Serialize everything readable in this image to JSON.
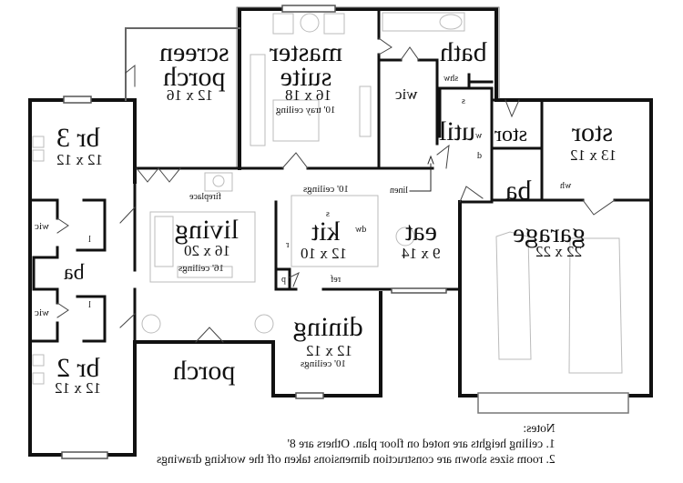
{
  "plan": {
    "orientation": "mirrored",
    "rooms": [
      {
        "id": "screen-porch",
        "name": "screen porch",
        "name_lines": [
          "screen",
          "porch"
        ],
        "size": "12 x 16"
      },
      {
        "id": "master-suite",
        "name": "master suite",
        "name_lines": [
          "master",
          "suite"
        ],
        "size": "16 x 18",
        "ceiling": "10' tray ceiling"
      },
      {
        "id": "bath",
        "name": "bath"
      },
      {
        "id": "shw",
        "name": "shw"
      },
      {
        "id": "wic-master",
        "name": "wic"
      },
      {
        "id": "util",
        "name": "util",
        "fixtures": [
          "s",
          "w",
          "d"
        ]
      },
      {
        "id": "stor-small",
        "name": "stor"
      },
      {
        "id": "stor",
        "name": "stor",
        "size": "13 x 12",
        "fixture": "wh"
      },
      {
        "id": "ba-garage",
        "name": "ba"
      },
      {
        "id": "br3",
        "name": "br 3",
        "size": "12 x 12"
      },
      {
        "id": "wic-br3",
        "name": "wic"
      },
      {
        "id": "ba-hall",
        "name": "ba"
      },
      {
        "id": "wic-br2",
        "name": "wic"
      },
      {
        "id": "br2",
        "name": "br 2",
        "size": "12 x 12"
      },
      {
        "id": "living",
        "name": "living",
        "size": "16 x 20",
        "ceiling": "16' ceilings"
      },
      {
        "id": "kit",
        "name": "kit",
        "size": "12 x 10",
        "fixtures": [
          "s",
          "dw",
          "r",
          "ref",
          "p"
        ]
      },
      {
        "id": "eat",
        "name": "eat",
        "size": "9 x 14"
      },
      {
        "id": "dining",
        "name": "dining",
        "size": "12 x 12",
        "ceiling": "10' ceilings"
      },
      {
        "id": "porch",
        "name": "porch"
      },
      {
        "id": "garage",
        "name": "garage",
        "size": "22 x 22"
      }
    ],
    "annotations": {
      "fireplace": "fireplace",
      "ceilings_10": "10' ceilings",
      "linen": "linen",
      "linen_shelf_1": "l",
      "linen_shelf_2": "l"
    }
  },
  "notes": {
    "title": "Notes:",
    "items": [
      "1. ceiling heights are noted on floor plan.  Others are 8'",
      "2. room sizes shown are construction dimensions taken off the working drawings"
    ]
  }
}
